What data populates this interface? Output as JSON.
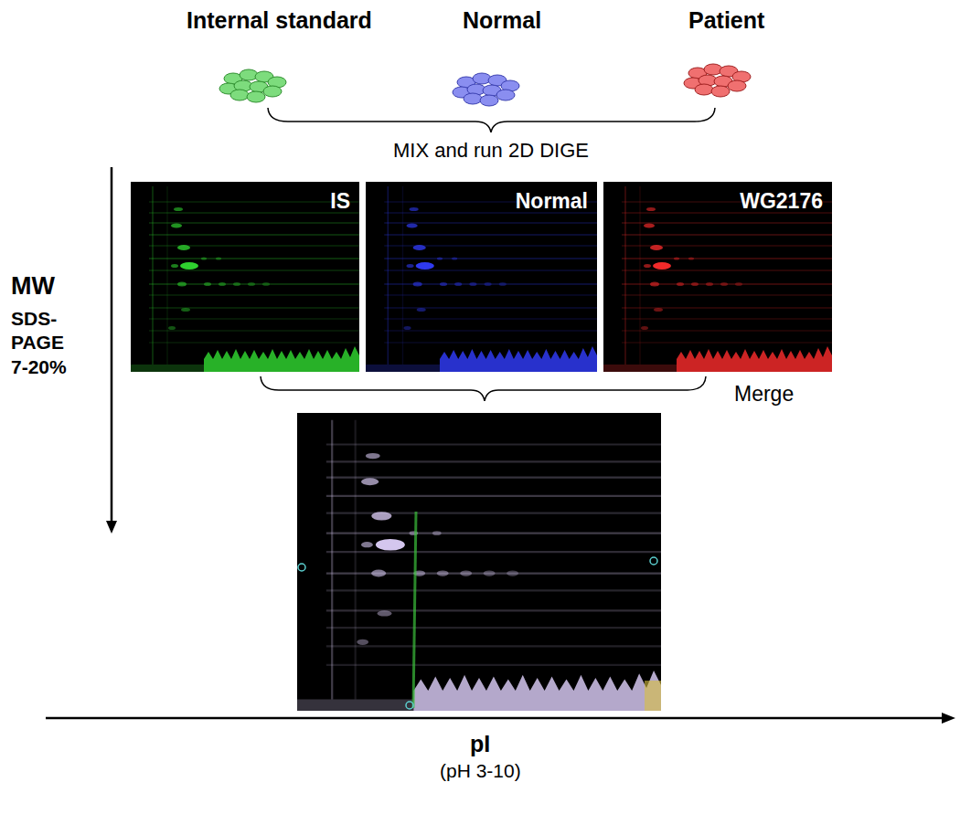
{
  "diagram": {
    "nodes": [
      {
        "text": [
          "Internal standard"
        ]
      },
      {
        "text": [
          "Normal"
        ]
      },
      {
        "text": [
          "Patient"
        ]
      },
      {
        "text": [
          "IS"
        ]
      },
      {
        "text": [
          "Normal"
        ]
      },
      {
        "text": [
          "WG2176"
        ]
      }
    ],
    "labels": [
      "MIX and run 2D DIGE",
      "Merge",
      "MW",
      "SDS- PAGE 7-20%",
      "pI",
      "(pH 3-10)"
    ]
  }
}
